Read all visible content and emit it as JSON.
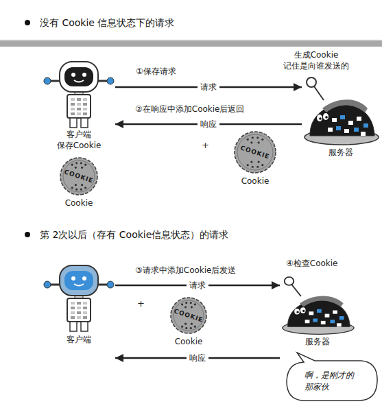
{
  "diagram": {
    "nodes": [
      {
        "text": [
          "客户端 保存Cookie"
        ]
      },
      {
        "text": [
          "服务器"
        ]
      },
      {
        "text": [
          "COOKIE",
          "Cookie"
        ]
      },
      {
        "text": [
          "COOKIE",
          "Cookie"
        ]
      },
      {
        "text": [
          "客户端"
        ]
      },
      {
        "text": [
          "COOKIE",
          "Cookie"
        ]
      },
      {
        "text": [
          "服务器"
        ]
      },
      {
        "text": [
          "啊，是刚才的那家伙"
        ]
      }
    ],
    "edges": [
      {
        "from": 0,
        "to": 1,
        "label": "请求",
        "arrow": "to"
      },
      {
        "from": 1,
        "to": 0,
        "label": "响应",
        "arrow": "to"
      },
      {
        "from": 4,
        "to": 6,
        "label": "请求",
        "arrow": "to"
      },
      {
        "from": 6,
        "to": 4,
        "label": "响应",
        "arrow": "to"
      }
    ],
    "labels": [
      "没有 Cookie 信息状态下的请求",
      "①保存请求",
      "生成Cookie 记住是向谁发送的",
      "②在响应中添加Cookie后返回",
      "+",
      "第 2次以后（存有 Cookie信息状态）的请求",
      "③请求中添加Cookie后发送",
      "④检查Cookie",
      "+"
    ]
  }
}
